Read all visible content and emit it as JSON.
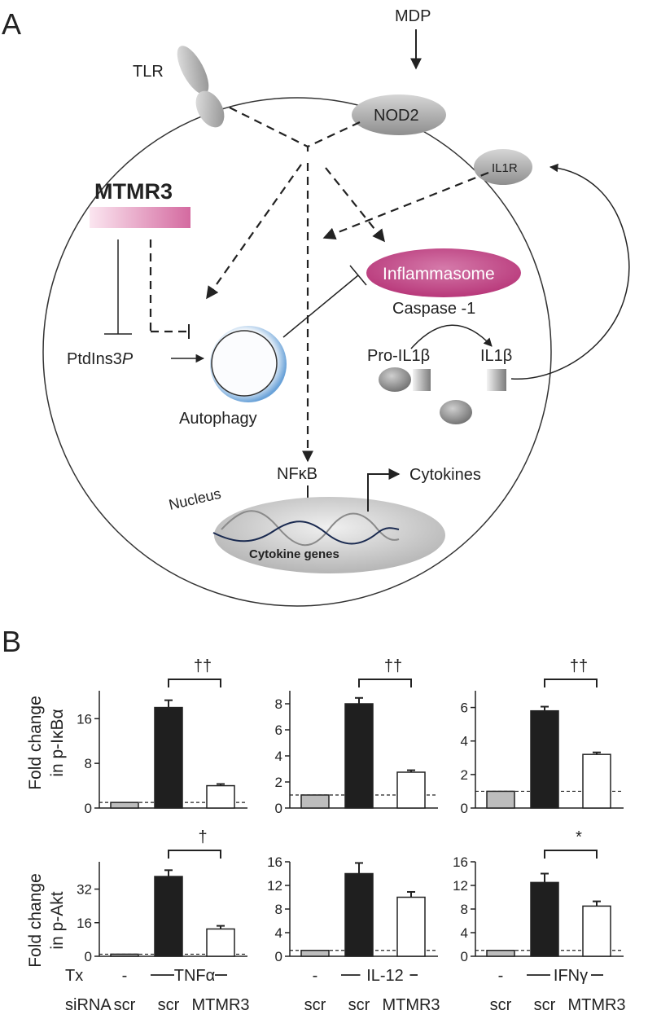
{
  "panel_a": {
    "label": "A",
    "mdp": "MDP",
    "tlr": "TLR",
    "nod2": "NOD2",
    "il1r": "IL1R",
    "mtmr3": "MTMR3",
    "inflammasome": "Inflammasome",
    "caspase": "Caspase -1",
    "ptdins_base": "PtdIns3",
    "ptdins_italic": "P",
    "autophagy": "Autophagy",
    "pro_il1b": "Pro-IL1β",
    "il1b": "IL1β",
    "nfkb": "NFκB",
    "cytokines": "Cytokines",
    "nucleus": "Nucleus",
    "cytokine_genes": "Cytokine genes"
  },
  "panel_b": {
    "label": "B",
    "row_titles": [
      {
        "line1": "Fold change",
        "line2": "in p-IκBα"
      },
      {
        "line1": "Fold change",
        "line2": "in p-Akt"
      }
    ],
    "tx_header": "Tx",
    "sirna_header": "siRNA",
    "dash": "-",
    "tx_labels": [
      "TNFα",
      "IL-12",
      "IFNγ"
    ],
    "sirna_labels": [
      "scr",
      "scr",
      "MTMR3"
    ],
    "colors": {
      "unstim": "#bdbdbd",
      "scr": "#1f1f1f",
      "mtmr3": "#ffffff"
    }
  },
  "chart_data": [
    {
      "type": "bar",
      "row": "p-IκBα",
      "tx": "TNFα",
      "categories": [
        "scr (-)",
        "scr (TNFα)",
        "MTMR3 (TNFα)"
      ],
      "values": [
        1,
        18,
        4
      ],
      "errors": [
        0,
        1.3,
        0.3
      ],
      "ylim": [
        0,
        21
      ],
      "yticks": [
        0,
        8,
        16
      ],
      "significance": {
        "pair": [
          1,
          2
        ],
        "label": "††"
      }
    },
    {
      "type": "bar",
      "row": "p-IκBα",
      "tx": "IL-12",
      "categories": [
        "scr (-)",
        "scr (IL-12)",
        "MTMR3 (IL-12)"
      ],
      "values": [
        1,
        8,
        2.75
      ],
      "errors": [
        0,
        0.45,
        0.15
      ],
      "ylim": [
        0,
        9
      ],
      "yticks": [
        0,
        2,
        4,
        6,
        8
      ],
      "significance": {
        "pair": [
          1,
          2
        ],
        "label": "††"
      }
    },
    {
      "type": "bar",
      "row": "p-IκBα",
      "tx": "IFNγ",
      "categories": [
        "scr (-)",
        "scr (IFNγ)",
        "MTMR3 (IFNγ)"
      ],
      "values": [
        1,
        5.8,
        3.2
      ],
      "errors": [
        0,
        0.25,
        0.12
      ],
      "ylim": [
        0,
        7
      ],
      "yticks": [
        0,
        2,
        4,
        6
      ],
      "significance": {
        "pair": [
          1,
          2
        ],
        "label": "††"
      }
    },
    {
      "type": "bar",
      "row": "p-Akt",
      "tx": "TNFα",
      "categories": [
        "scr (-)",
        "scr (TNFα)",
        "MTMR3 (TNFα)"
      ],
      "values": [
        1,
        38,
        13
      ],
      "errors": [
        0,
        3,
        1.5
      ],
      "ylim": [
        0,
        45
      ],
      "yticks": [
        0,
        16,
        32
      ],
      "significance": {
        "pair": [
          1,
          2
        ],
        "label": "†"
      }
    },
    {
      "type": "bar",
      "row": "p-Akt",
      "tx": "IL-12",
      "categories": [
        "scr (-)",
        "scr (IL-12)",
        "MTMR3 (IL-12)"
      ],
      "values": [
        1,
        14,
        10
      ],
      "errors": [
        0,
        1.8,
        0.9
      ],
      "ylim": [
        0,
        16
      ],
      "yticks": [
        0,
        4,
        8,
        12,
        16
      ],
      "significance": null
    },
    {
      "type": "bar",
      "row": "p-Akt",
      "tx": "IFNγ",
      "categories": [
        "scr (-)",
        "scr (IFNγ)",
        "MTMR3 (IFNγ)"
      ],
      "values": [
        1,
        12.5,
        8.5
      ],
      "errors": [
        0,
        1.5,
        0.8
      ],
      "ylim": [
        0,
        16
      ],
      "yticks": [
        0,
        4,
        8,
        12,
        16
      ],
      "significance": {
        "pair": [
          1,
          2
        ],
        "label": "*"
      }
    }
  ]
}
